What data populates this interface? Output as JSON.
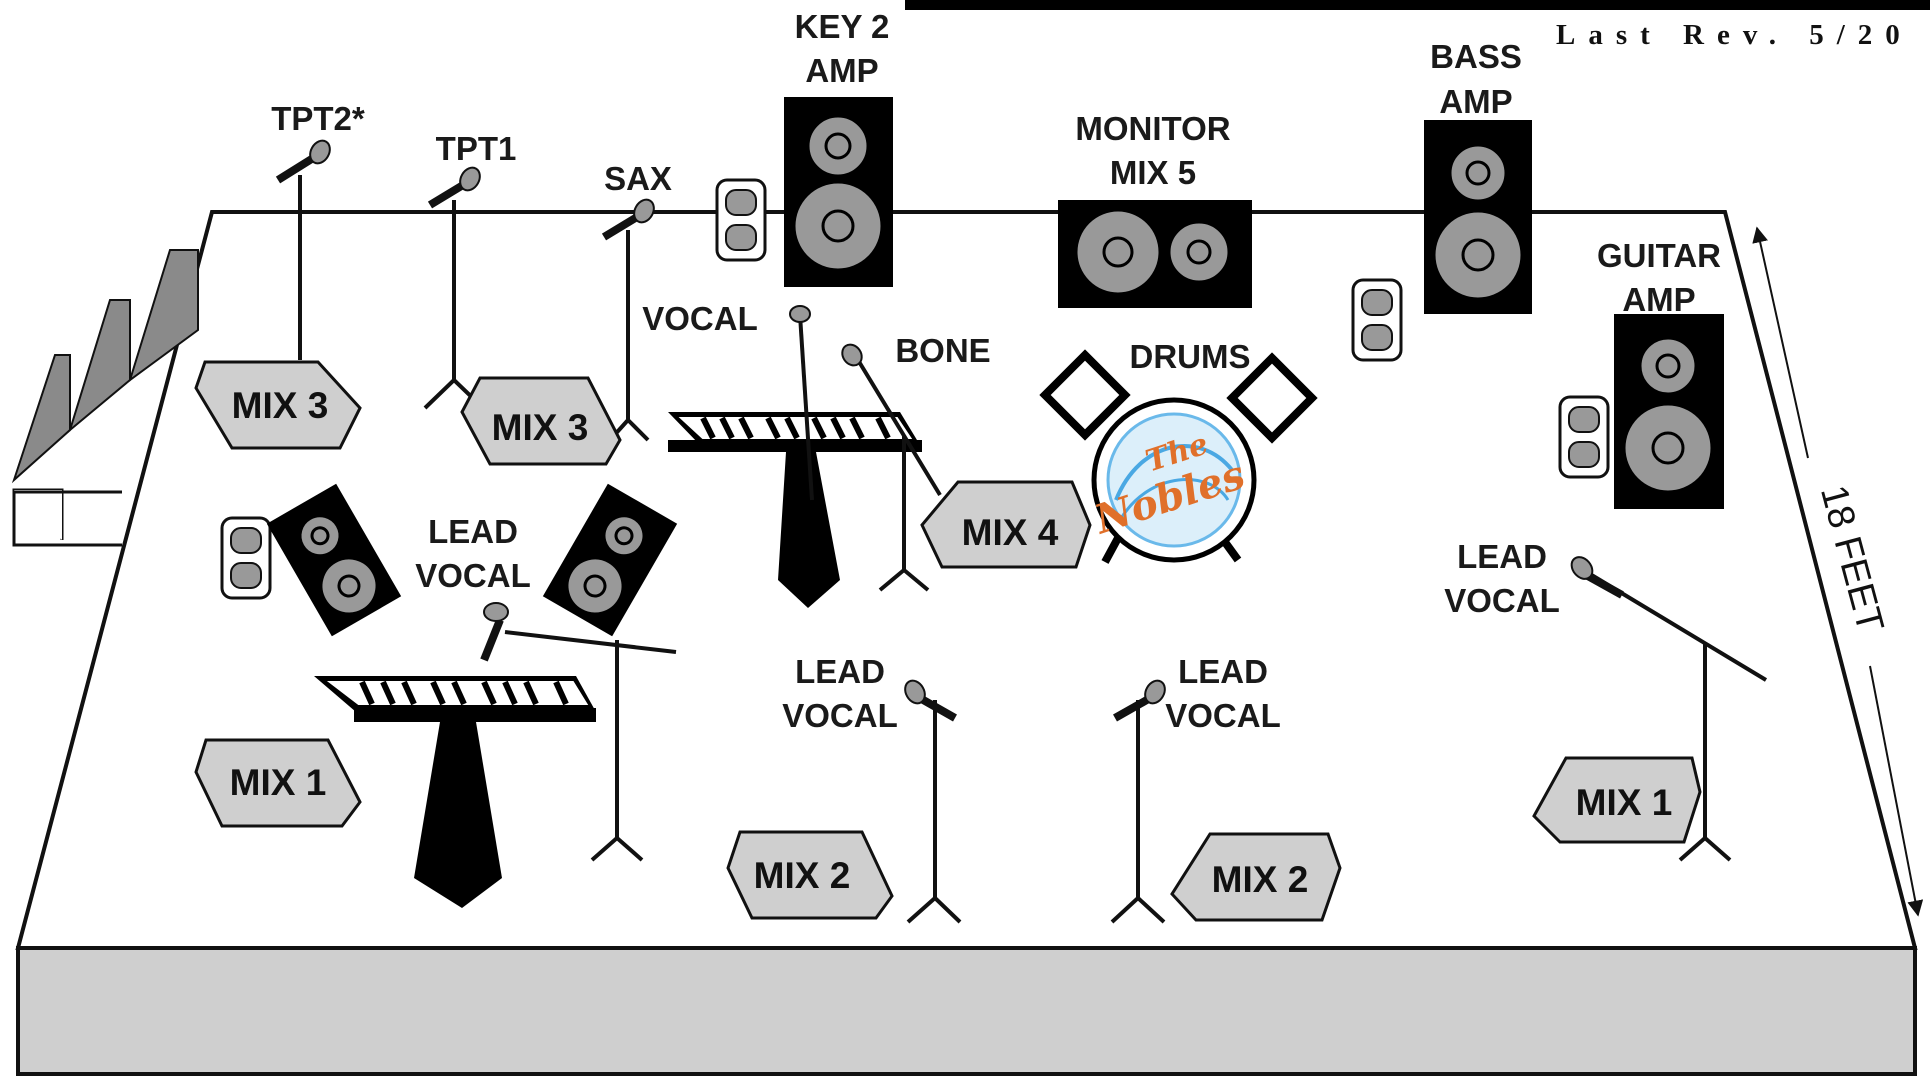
{
  "header": {
    "revision": "Last Rev. 5/20"
  },
  "labels": {
    "key2_amp": [
      "KEY 2",
      "AMP"
    ],
    "bass_amp": [
      "BASS",
      "AMP"
    ],
    "monitor": [
      "MONITOR",
      "MIX 5"
    ],
    "guitar_amp": [
      "GUITAR",
      "AMP"
    ],
    "tpt2": "TPT2*",
    "tpt1": "TPT1",
    "sax": "SAX",
    "vocal": "VOCAL",
    "bone": "BONE",
    "drums": "DRUMS",
    "lead_vocal_left": [
      "LEAD",
      "VOCAL"
    ],
    "lead_vocal_center_left": [
      "LEAD",
      "VOCAL"
    ],
    "lead_vocal_center_right": [
      "LEAD",
      "VOCAL"
    ],
    "lead_vocal_right": [
      "LEAD",
      "VOCAL"
    ],
    "dimension": "18 FEET"
  },
  "wedges": {
    "mix3_a": "MIX 3",
    "mix3_b": "MIX 3",
    "mix4": "MIX 4",
    "mix1_left": "MIX 1",
    "mix2_left": "MIX 2",
    "mix2_right": "MIX 2",
    "mix1_right": "MIX 1"
  },
  "logo": {
    "line1": "The",
    "line2": "Nobles"
  }
}
